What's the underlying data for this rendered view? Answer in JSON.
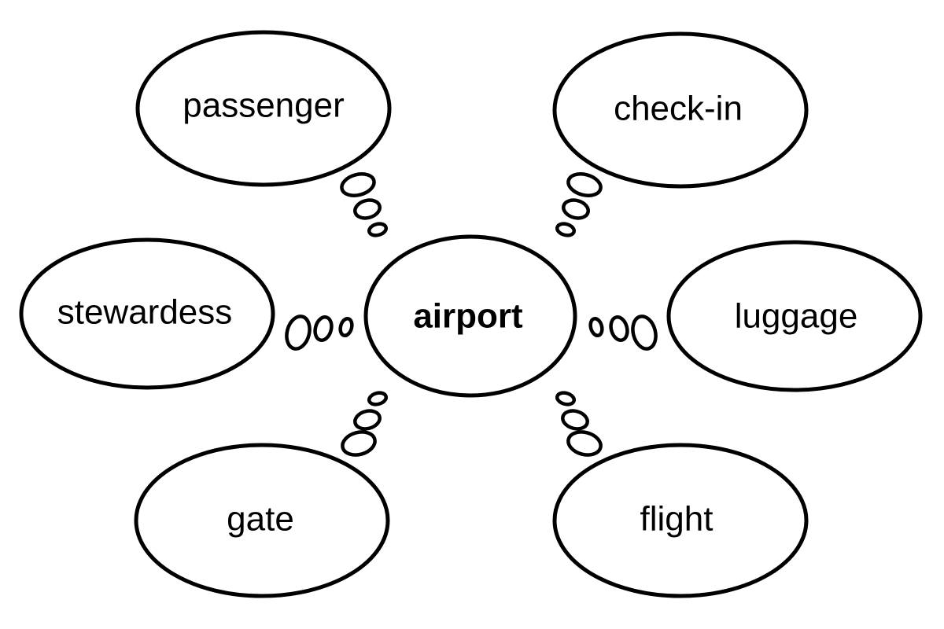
{
  "center": {
    "label": "airport"
  },
  "nodes": [
    {
      "label": "passenger"
    },
    {
      "label": "check-in"
    },
    {
      "label": "stewardess"
    },
    {
      "label": "luggage"
    },
    {
      "label": "gate"
    },
    {
      "label": "flight"
    }
  ],
  "colors": {
    "stroke": "#000000",
    "background": "#ffffff"
  }
}
